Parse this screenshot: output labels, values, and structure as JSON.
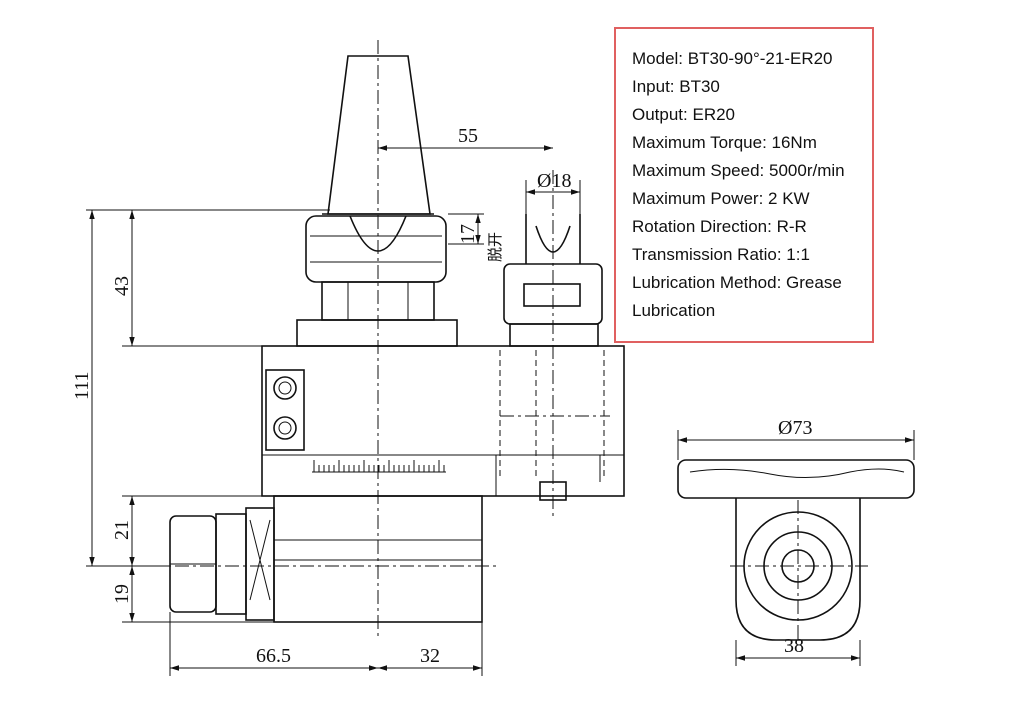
{
  "specs": {
    "model": "Model: BT30-90°-21-ER20",
    "input": "Input: BT30",
    "output": "Output: ER20",
    "max_torque": "Maximum Torque: 16Nm",
    "max_speed": "Maximum Speed: 5000r/min",
    "max_power": "Maximum Power: 2 KW",
    "rotation": "Rotation Direction: R-R",
    "ratio": "Transmission Ratio: 1:1",
    "lubrication_1": "Lubrication Method: Grease",
    "lubrication_2": "Lubrication"
  },
  "dimensions": {
    "d55": "55",
    "d18": "Ø18",
    "d17": "17",
    "release_note": "脱开",
    "d43": "43",
    "d111": "111",
    "d21": "21",
    "d19": "19",
    "d66_5": "66.5",
    "d32": "32",
    "d73": "Ø73",
    "d38": "38"
  },
  "colors": {
    "spec_border": "#e06060",
    "line": "#111111"
  }
}
